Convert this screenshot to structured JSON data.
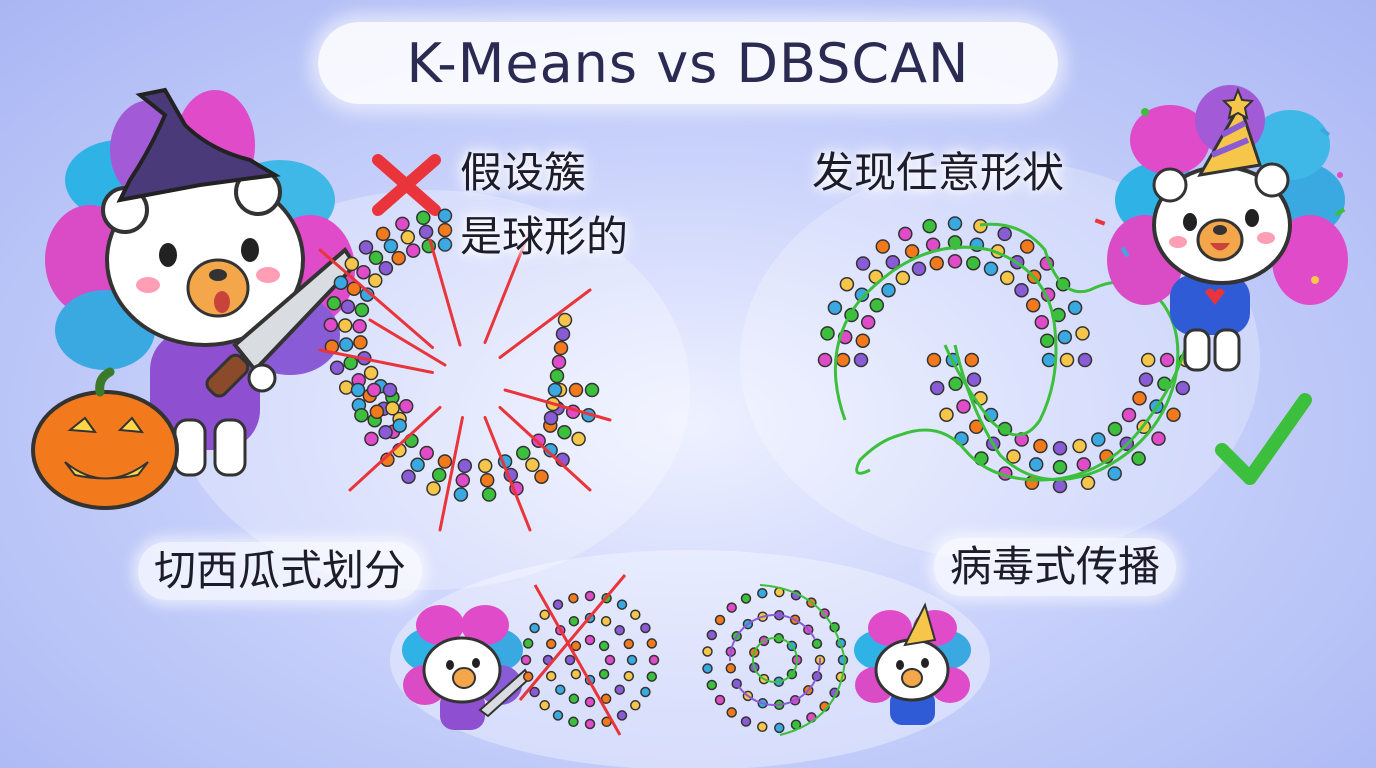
{
  "title": "K-Means vs DBSCAN",
  "left": {
    "assumption_line1": "假设簇",
    "assumption_line2": "是球形的",
    "caption": "切西瓜式划分"
  },
  "right": {
    "headline": "发现任意形状",
    "caption": "病毒式传播"
  },
  "icons": {
    "left_mark": "cross-mark-icon",
    "right_mark": "check-mark-icon"
  },
  "colors": {
    "cut_line": "#e8343a",
    "dbscan_path": "#3cbf3c",
    "check": "#3cbf3c",
    "cross": "#e8343a",
    "title_text": "#2b2a52"
  }
}
